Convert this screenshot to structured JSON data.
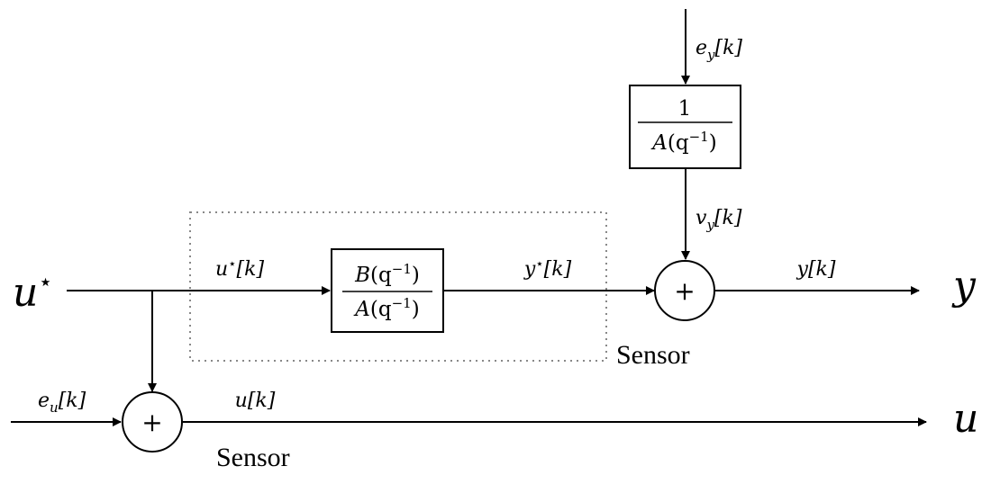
{
  "outputs": {
    "input_symbol": "u",
    "input_superscript": "⋆",
    "y_symbol": "y",
    "u_symbol": "u"
  },
  "signals": {
    "u_star_k": {
      "base": "u",
      "sup": "⋆",
      "arg": "[k]"
    },
    "y_star_k": {
      "base": "y",
      "sup": "⋆",
      "arg": "[k]"
    },
    "e_y_k": {
      "base": "e",
      "sub": "y",
      "arg": "[k]"
    },
    "v_y_k": {
      "base": "v",
      "sub": "y",
      "arg": "[k]"
    },
    "y_k": {
      "base": "y",
      "arg": "[k]"
    },
    "e_u_k": {
      "base": "e",
      "sub": "u",
      "arg": "[k]"
    },
    "u_k": {
      "base": "u",
      "arg": "[k]"
    }
  },
  "blocks": {
    "plant": {
      "num": {
        "base": "B",
        "open": "(q",
        "sup": "−1",
        "close": ")"
      },
      "den": {
        "base": "A",
        "open": "(q",
        "sup": "−1",
        "close": ")"
      }
    },
    "noise_filter": {
      "num": "1",
      "den": {
        "base": "A",
        "open": "(q",
        "sup": "−1",
        "close": ")"
      }
    }
  },
  "summing_symbol": "+",
  "labels": {
    "sensor_y": "Sensor",
    "sensor_u": "Sensor"
  }
}
